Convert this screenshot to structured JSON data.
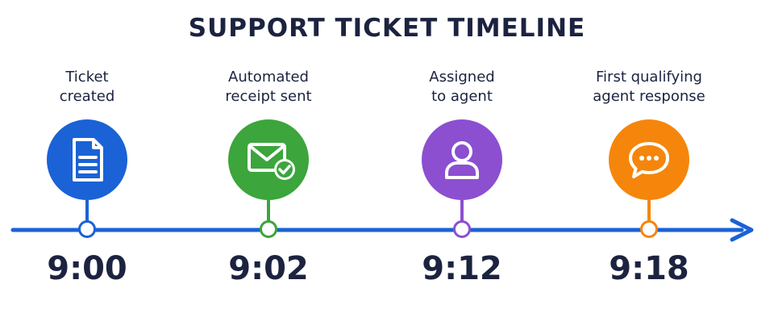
{
  "title": "SUPPORT TICKET TIMELINE",
  "events": [
    {
      "label_lines": [
        "Ticket",
        "created"
      ],
      "time": "9:00",
      "icon": "document-icon",
      "color": "#1a62d6"
    },
    {
      "label_lines": [
        "Automated",
        "receipt sent"
      ],
      "time": "9:02",
      "icon": "envelope-check-icon",
      "color": "#3ca53c"
    },
    {
      "label_lines": [
        "Assigned",
        "to agent"
      ],
      "time": "9:12",
      "icon": "user-icon",
      "color": "#8b4fd0"
    },
    {
      "label_lines": [
        "First qualifying",
        "agent response"
      ],
      "time": "9:18",
      "icon": "chat-bubble-icon",
      "color": "#f5860b"
    }
  ],
  "axis_color": "#1a62d6"
}
